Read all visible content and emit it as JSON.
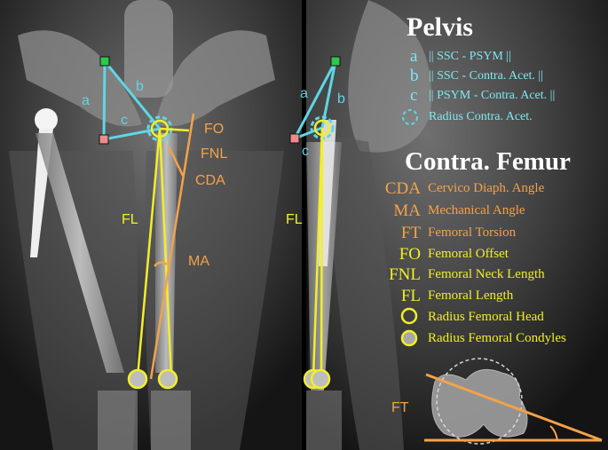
{
  "pelvis_legend": {
    "title": "Pelvis",
    "items": [
      {
        "key": "a",
        "text": "|| SSC - PSYM ||"
      },
      {
        "key": "b",
        "text": "|| SSC - Contra. Acet. ||"
      },
      {
        "key": "c",
        "text": "|| PSYM - Contra. Acet. ||"
      },
      {
        "key": "",
        "text": "Radius Contra. Acet."
      }
    ]
  },
  "femur_legend": {
    "title": "Contra. Femur",
    "items": [
      {
        "key": "CDA",
        "text": "Cervico Diaph. Angle"
      },
      {
        "key": "MA",
        "text": "Mechanical Angle"
      },
      {
        "key": "FT",
        "text": "Femoral Torsion"
      },
      {
        "key": "FO",
        "text": "Femoral Offset"
      },
      {
        "key": "FNL",
        "text": "Femoral Neck Length"
      },
      {
        "key": "FL",
        "text": "Femoral Length"
      },
      {
        "key": "",
        "text": "Radius Femoral Head"
      },
      {
        "key": "",
        "text": "Radius Femoral Condyles"
      }
    ]
  },
  "annotations": {
    "left": {
      "a": "a",
      "b": "b",
      "c": "c",
      "fo": "FO",
      "fnl": "FNL",
      "cda": "CDA",
      "fl": "FL",
      "ma": "MA"
    },
    "right": {
      "a": "a",
      "b": "b",
      "c": "c",
      "fl": "FL"
    },
    "ft_diagram": "FT"
  },
  "colors": {
    "cyan": "#5fd6e6",
    "orange": "#f4a24a",
    "yellow": "#f2ee2a",
    "ssc_marker": "#2ec84a",
    "psym_marker": "#f08a8a"
  }
}
